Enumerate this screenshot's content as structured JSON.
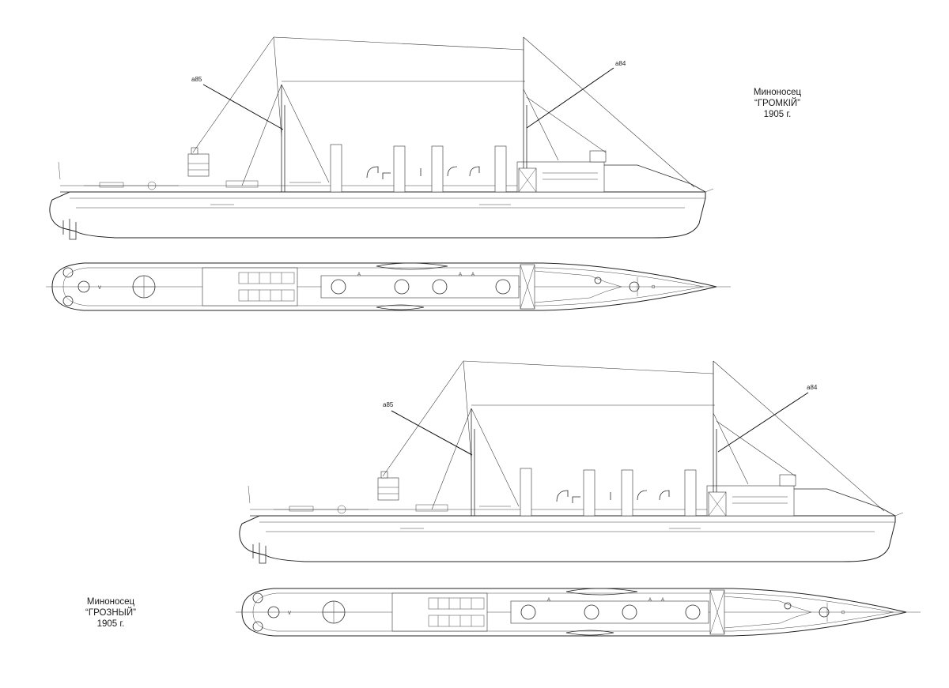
{
  "drawings": [
    {
      "name": "gromkiy",
      "title_line1": "Миноносец",
      "title_line2": "“ГРОМКIЙ”",
      "title_line3": "1905 г.",
      "callout_aft_mast": "a85",
      "callout_fore_mast": "a84"
    },
    {
      "name": "grozny",
      "title_line1": "Миноносец",
      "title_line2": "“ГРОЗНЫЙ”",
      "title_line3": "1905 г.",
      "callout_aft_mast": "a85",
      "callout_fore_mast": "a84"
    }
  ],
  "colors": {
    "line": "#222222",
    "paper": "#ffffff"
  }
}
